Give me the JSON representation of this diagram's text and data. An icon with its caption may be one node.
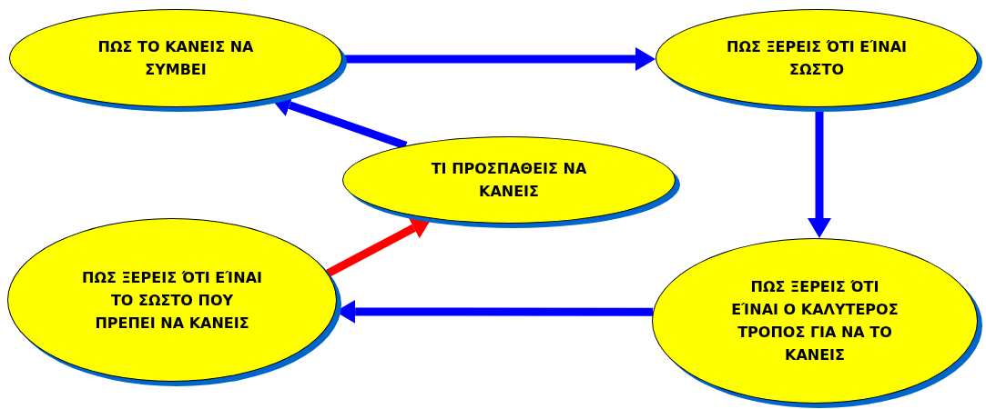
{
  "diagram": {
    "nodes": [
      {
        "text": [
          "ΠΩΣ ΤΟ ΚΑΝΕΙΣ ΝΑ ΣΥΜΒΕΙ"
        ]
      },
      {
        "text": [
          "ΠΩΣ ΞΕΡΕΙΣ ΌΤΙ ΕΊΝΑΙ ΣΩΣΤΟ"
        ]
      },
      {
        "text": [
          "ΤΙ ΠΡΟΣΠΑΘΕΙΣ ΝΑ ΚΑΝΕΙΣ"
        ]
      },
      {
        "text": [
          "ΠΩΣ ΞΕΡΕΙΣ ΌΤΙ ΕΊΝΑΙ ΤΟ ΣΩΣΤΟ ΠΟΥ ΠΡΕΠΕΙ ΝΑ ΚΑΝΕΙΣ"
        ]
      },
      {
        "text": [
          "ΠΩΣ ΞΕΡΕΙΣ ΌΤΙ ΕΊΝΑΙ Ο ΚΑΛΥΤΕΡΟΣ ΤΡΟΠΟΣ ΓΙΑ ΝΑ ΤΟ ΚΑΝΕΙΣ"
        ]
      }
    ],
    "edges": [
      {
        "from": 0,
        "to": 1,
        "arrow": "to"
      },
      {
        "from": 1,
        "to": 4,
        "arrow": "to"
      },
      {
        "from": 4,
        "to": 3,
        "arrow": "to"
      },
      {
        "from": 3,
        "to": 2,
        "arrow": "to",
        "color": "#ff0000"
      },
      {
        "from": 2,
        "to": 0,
        "arrow": "to"
      }
    ]
  }
}
